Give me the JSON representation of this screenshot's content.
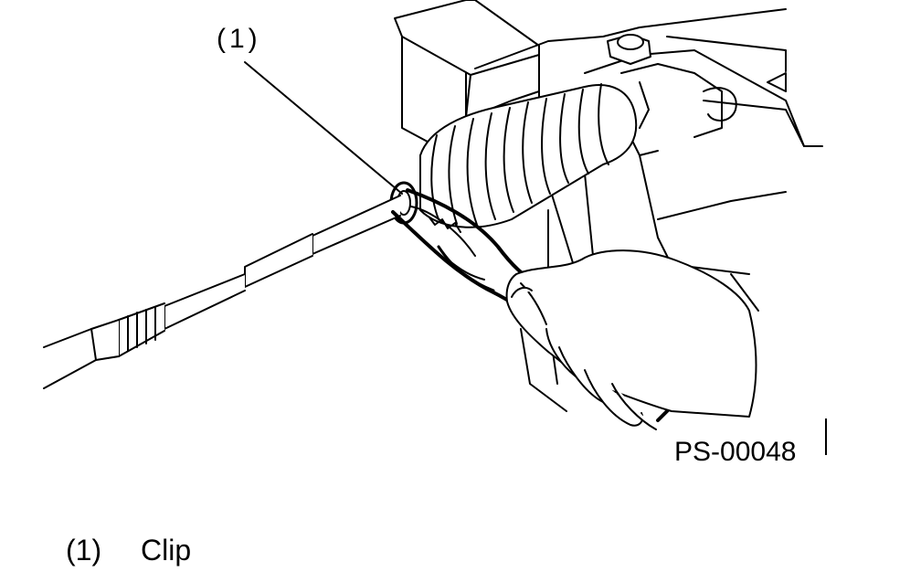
{
  "figure": {
    "callout_label": "(1)",
    "figure_id": "PS-00048"
  },
  "legend": {
    "items": [
      {
        "number": "(1)",
        "text": "Clip"
      }
    ]
  }
}
